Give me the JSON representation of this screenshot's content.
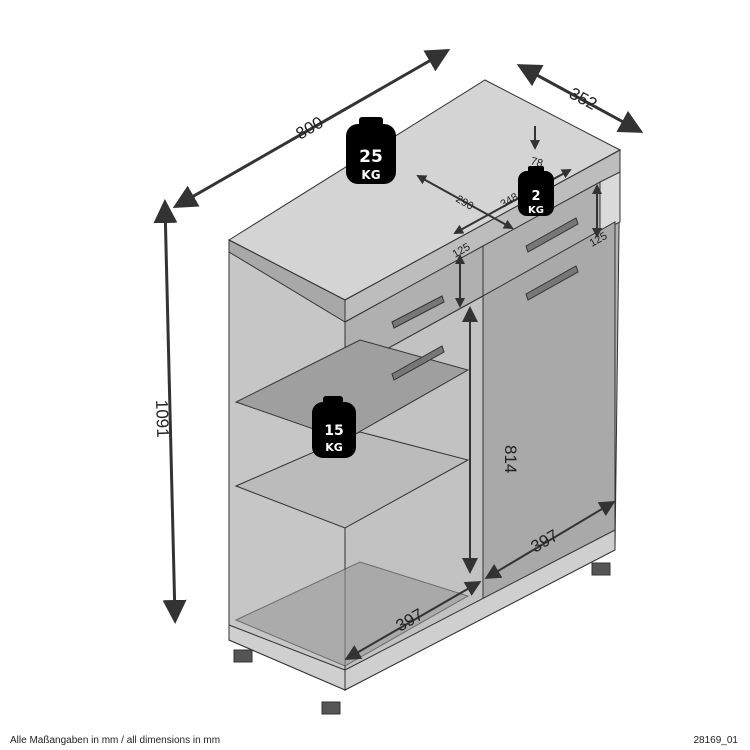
{
  "dimensions": {
    "width": "800",
    "depth": "352",
    "height": "1091",
    "door_height": "814",
    "door_width_left": "397",
    "door_width_right": "397",
    "drawer_height_left": "125",
    "drawer_height_right": "125",
    "drawer_width": "290",
    "drawer_depth": "348",
    "drawer_inner": "78"
  },
  "weights": [
    {
      "value": "25",
      "unit": "KG"
    },
    {
      "value": "2",
      "unit": "KG"
    },
    {
      "value": "15",
      "unit": "KG"
    }
  ],
  "footer": {
    "note": "Alle Maßangaben in mm / all dimensions in mm",
    "code": "28169_01"
  },
  "colors": {
    "panel": "#b8b8b8",
    "top": "#d0d0d0",
    "glass": "#c8c8c8",
    "arrow": "#333333",
    "weight": "#000000"
  }
}
